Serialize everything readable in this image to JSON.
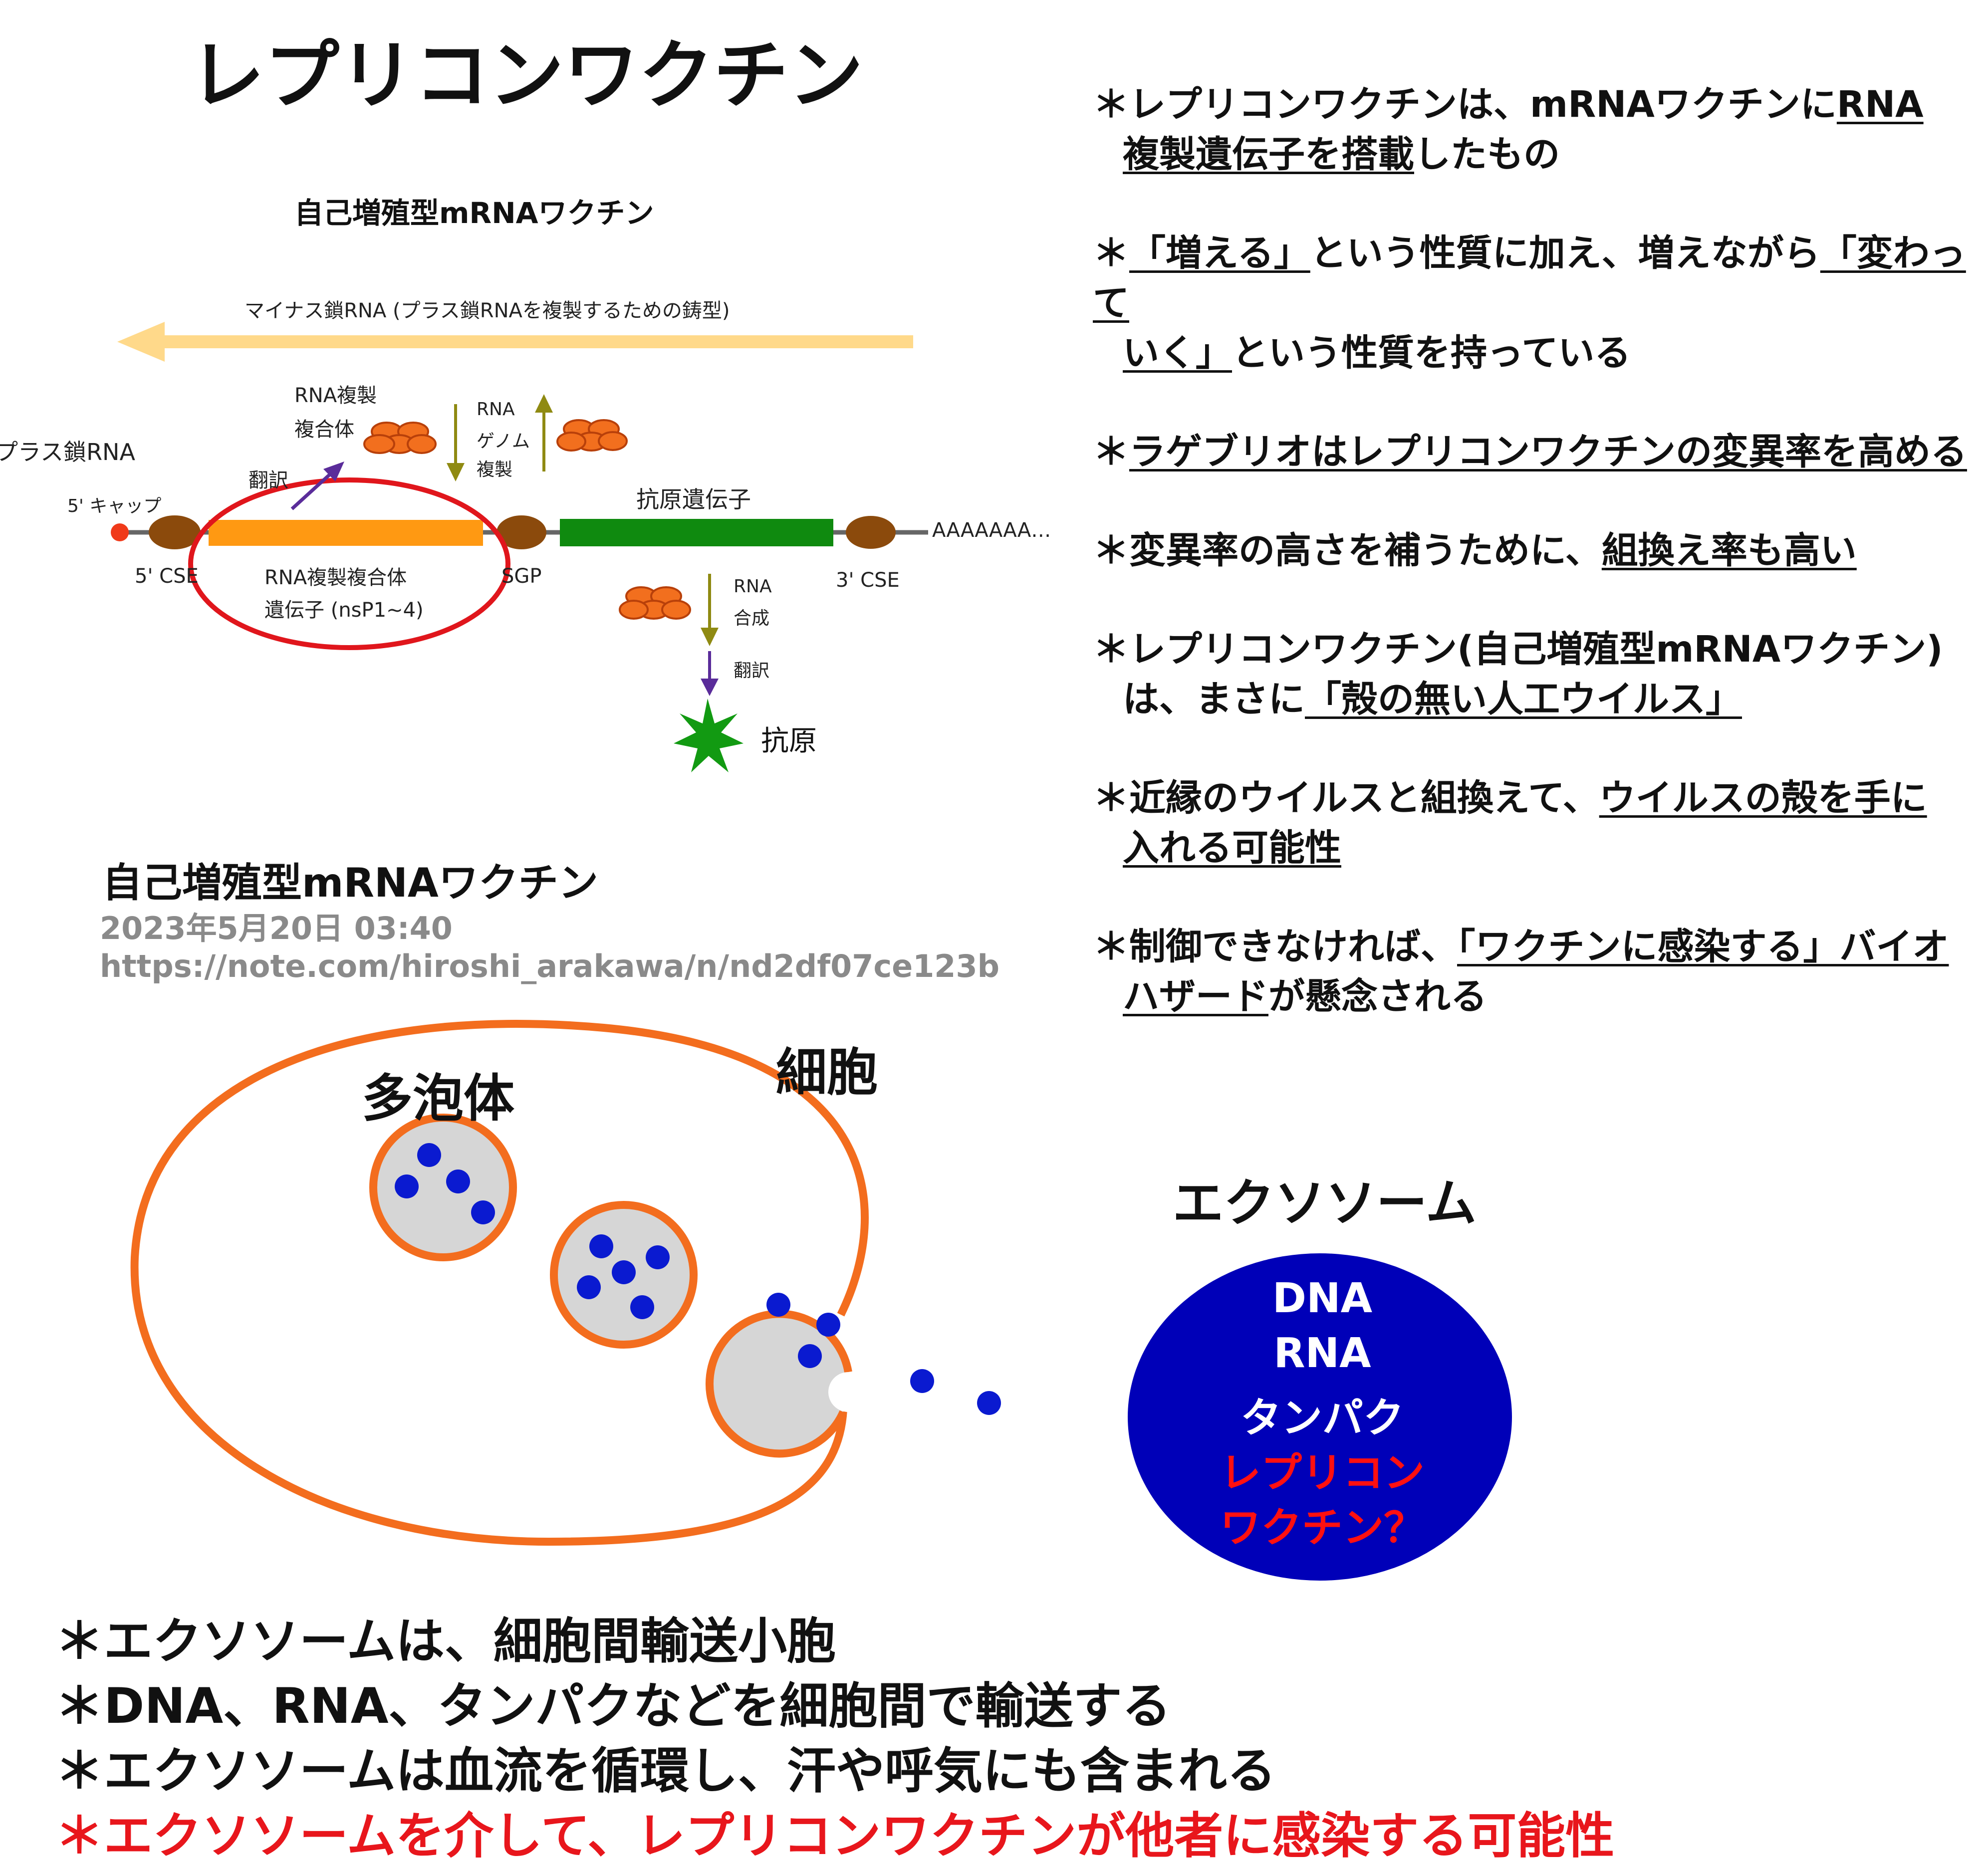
{
  "title": "レプリコンワクチン",
  "diagram": {
    "title": "自己増殖型mRNAワクチン",
    "minus_strand": "マイナス鎖RNA (プラス鎖RNAを複製するための鋳型)",
    "plus_strand": "プラス鎖RNA",
    "cap": "5' キャップ",
    "cse5": "5' CSE",
    "sgp": "SGP",
    "cse3": "3' CSE",
    "poly_a": "AAAAAAA…",
    "replicase_gene_line1": "RNA複製複合体",
    "replicase_gene_line2": "遺伝子 (nsP1~4)",
    "antigen_gene": "抗原遺伝子",
    "complex_line1": "RNA複製",
    "complex_line2": "複合体",
    "translation1": "翻訳",
    "genome_line1": "RNA",
    "genome_line2": "ゲノム",
    "genome_line3": "複製",
    "synth_line1": "RNA",
    "synth_line2": "合成",
    "translation2": "翻訳",
    "antigen": "抗原",
    "colors": {
      "minus_arrow": "#FFD98A",
      "replicase_bar": "#FF9912",
      "antigen_bar": "#0F8A0F",
      "node": "#8B4A0C",
      "circle": "#E0161C",
      "cap_dot": "#F03A1A",
      "complex": "#F26F1E",
      "arrow_olive": "#8F8A12",
      "arrow_purple": "#5A2C9A",
      "antigen_star": "#129A12"
    }
  },
  "source": {
    "title": "自己増殖型mRNAワクチン",
    "date": "2023年5月20日 03:40",
    "url": "https://note.com/hiroshi_arakawa/n/nd2df07ce123b"
  },
  "bullets": [
    {
      "star": "＊",
      "parts": [
        {
          "t": "レプリコンワクチンは、mRNAワクチンに"
        },
        {
          "t": "RNA",
          "u": true
        }
      ],
      "cont": [
        {
          "t": "複製遺伝子を搭載",
          "u": true
        },
        {
          "t": "したもの"
        }
      ]
    },
    {
      "star": "＊",
      "parts": [
        {
          "t": "「増える」",
          "u": true
        },
        {
          "t": "という性質に加え、増えながら"
        },
        {
          "t": "「変わって",
          "u": true
        }
      ],
      "cont": [
        {
          "t": "いく」",
          "u": true
        },
        {
          "t": "という性質を持っている"
        }
      ]
    },
    {
      "star": "＊",
      "parts": [
        {
          "t": "ラゲブリオはレプリコンワクチンの変異率を高める",
          "u": true
        }
      ],
      "cont": []
    },
    {
      "star": "＊",
      "parts": [
        {
          "t": "変異率の高さを補うために、"
        },
        {
          "t": "組換え率も高い",
          "u": true
        }
      ],
      "cont": []
    },
    {
      "star": "＊",
      "parts": [
        {
          "t": "レプリコンワクチン(自己増殖型mRNAワクチン)"
        }
      ],
      "cont": [
        {
          "t": "は、まさに"
        },
        {
          "t": "「殻の無い人工ウイルス」",
          "u": true
        }
      ]
    },
    {
      "star": "＊",
      "parts": [
        {
          "t": "近縁のウイルスと組換えて、"
        },
        {
          "t": "ウイルスの殻を手に",
          "u": true
        }
      ],
      "cont": [
        {
          "t": "入れる可能性",
          "u": true
        }
      ]
    },
    {
      "star": "＊",
      "parts": [
        {
          "t": "制御できなければ、"
        },
        {
          "t": "「ワクチンに感染する」バイオ",
          "u": true
        }
      ],
      "cont": [
        {
          "t": "ハザード",
          "u": true
        },
        {
          "t": "が懸念される"
        }
      ]
    }
  ],
  "cell": {
    "mvb_label": "多泡体",
    "cell_label": "細胞",
    "colors": {
      "membrane": "#F36D1E",
      "vesicle_fill": "#D6D6D6",
      "dot": "#0A1AD0"
    }
  },
  "exosome": {
    "title": "エクソソーム",
    "lines": [
      {
        "text": "DNA",
        "color": "#FFFFFF"
      },
      {
        "text": "RNA",
        "color": "#FFFFFF"
      },
      {
        "text": "タンパク",
        "color": "#FFFFFF"
      },
      {
        "text": "レプリコン",
        "color": "#FF1010"
      },
      {
        "text": "ワクチン？",
        "color": "#FF1010"
      }
    ],
    "fill": "#0000B8"
  },
  "bottom_bullets": [
    {
      "text": "＊エクソソームは、細胞間輸送小胞",
      "color": "#111111"
    },
    {
      "text": "＊DNA、RNA、タンパクなどを細胞間で輸送する",
      "color": "#111111"
    },
    {
      "text": "＊エクソソームは血流を循環し、汗や呼気にも含まれる",
      "color": "#111111"
    },
    {
      "text": "＊エクソソームを介して、レプリコンワクチンが他者に感染する可能性",
      "color": "#E8161C"
    }
  ]
}
